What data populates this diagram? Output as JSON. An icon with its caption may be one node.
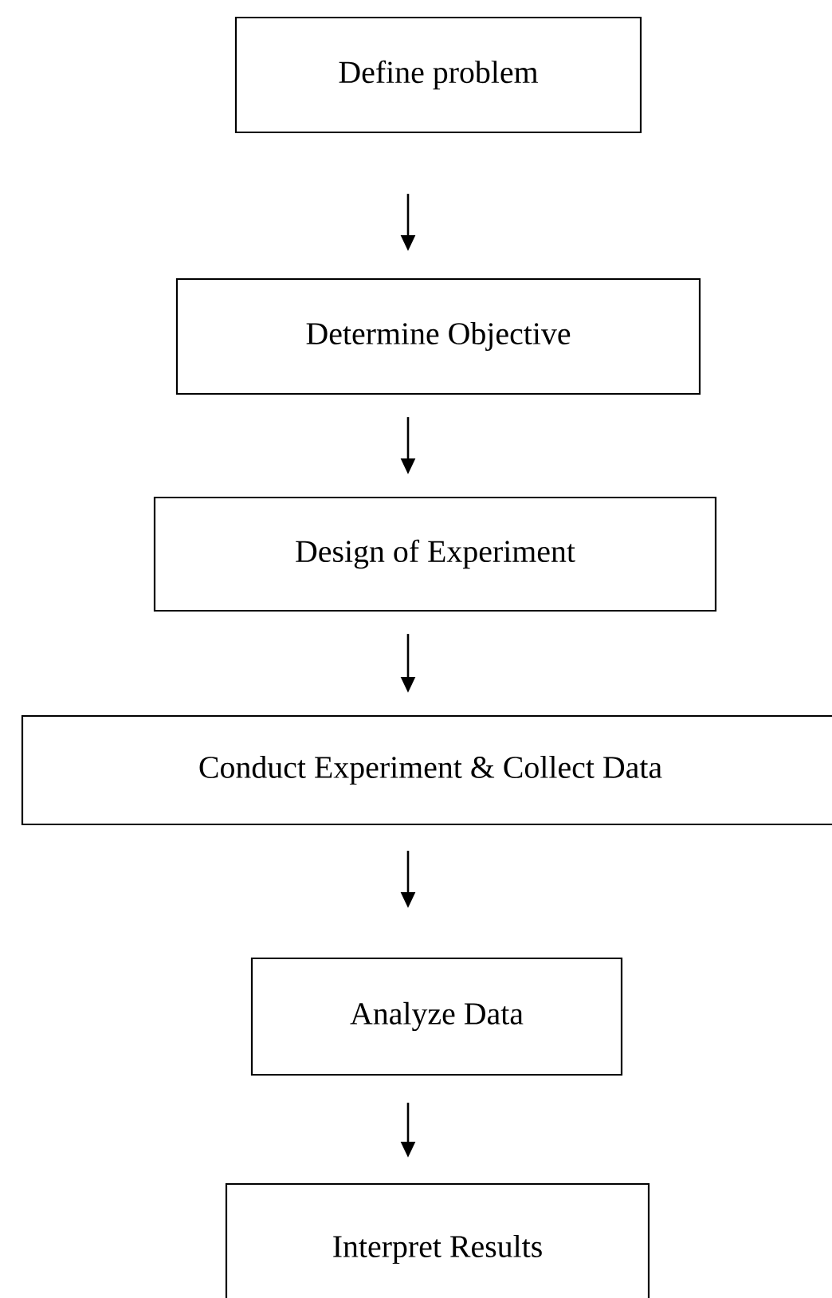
{
  "diagram": {
    "nodes": [
      {
        "text": [
          "Define problem"
        ]
      },
      {
        "text": [
          "Determine Objective"
        ]
      },
      {
        "text": [
          "Design of Experiment"
        ]
      },
      {
        "text": [
          "Conduct Experiment & Collect Data"
        ]
      },
      {
        "text": [
          "Analyze Data"
        ]
      },
      {
        "text": [
          "Interpret Results"
        ]
      }
    ],
    "edges": [
      {
        "from": 0,
        "to": 1,
        "arrow": "to"
      },
      {
        "from": 1,
        "to": 2,
        "arrow": "to"
      },
      {
        "from": 2,
        "to": 3,
        "arrow": "to"
      },
      {
        "from": 3,
        "to": 4,
        "arrow": "to"
      },
      {
        "from": 4,
        "to": 5,
        "arrow": "to"
      }
    ]
  }
}
